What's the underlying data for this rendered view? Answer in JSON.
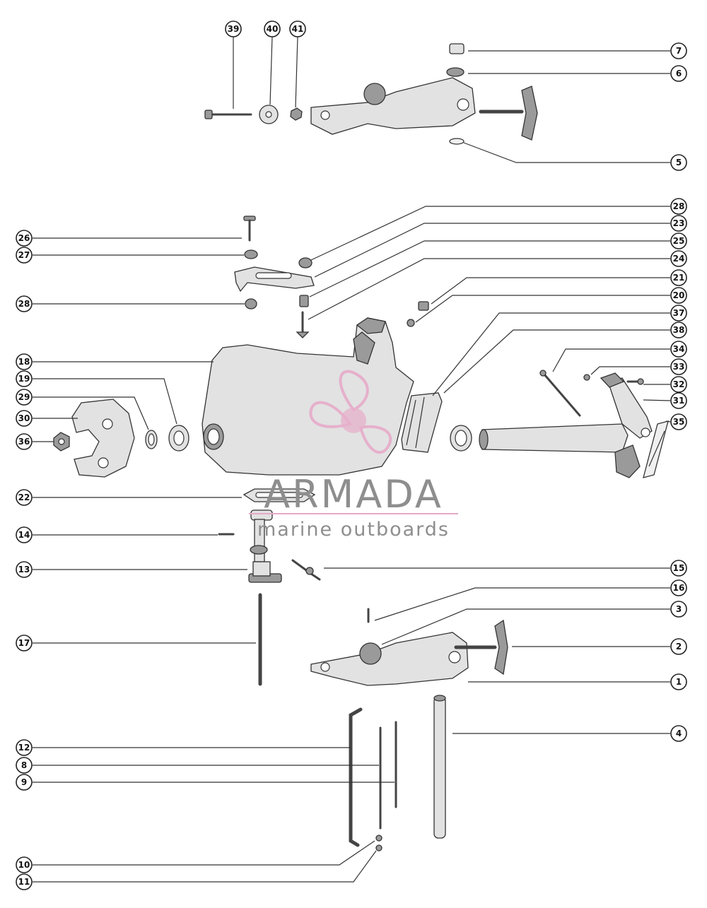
{
  "callouts": [
    {
      "id": "39",
      "label": "39"
    },
    {
      "id": "40",
      "label": "40"
    },
    {
      "id": "41",
      "label": "41"
    },
    {
      "id": "7",
      "label": "7"
    },
    {
      "id": "6",
      "label": "6"
    },
    {
      "id": "5",
      "label": "5"
    },
    {
      "id": "28a",
      "label": "28"
    },
    {
      "id": "23",
      "label": "23"
    },
    {
      "id": "25",
      "label": "25"
    },
    {
      "id": "24",
      "label": "24"
    },
    {
      "id": "21",
      "label": "21"
    },
    {
      "id": "20",
      "label": "20"
    },
    {
      "id": "37",
      "label": "37"
    },
    {
      "id": "38",
      "label": "38"
    },
    {
      "id": "34",
      "label": "34"
    },
    {
      "id": "33",
      "label": "33"
    },
    {
      "id": "32",
      "label": "32"
    },
    {
      "id": "31",
      "label": "31"
    },
    {
      "id": "35",
      "label": "35"
    },
    {
      "id": "26",
      "label": "26"
    },
    {
      "id": "27",
      "label": "27"
    },
    {
      "id": "28b",
      "label": "28"
    },
    {
      "id": "18",
      "label": "18"
    },
    {
      "id": "19",
      "label": "19"
    },
    {
      "id": "29",
      "label": "29"
    },
    {
      "id": "30",
      "label": "30"
    },
    {
      "id": "36",
      "label": "36"
    },
    {
      "id": "22",
      "label": "22"
    },
    {
      "id": "14",
      "label": "14"
    },
    {
      "id": "13",
      "label": "13"
    },
    {
      "id": "17",
      "label": "17"
    },
    {
      "id": "15",
      "label": "15"
    },
    {
      "id": "16",
      "label": "16"
    },
    {
      "id": "3",
      "label": "3"
    },
    {
      "id": "2",
      "label": "2"
    },
    {
      "id": "1",
      "label": "1"
    },
    {
      "id": "4",
      "label": "4"
    },
    {
      "id": "12",
      "label": "12"
    },
    {
      "id": "8",
      "label": "8"
    },
    {
      "id": "9",
      "label": "9"
    },
    {
      "id": "10",
      "label": "10"
    },
    {
      "id": "11",
      "label": "11"
    }
  ],
  "watermark": {
    "title": "ARMADA",
    "subtitle": "marine outboards",
    "accent_color": "#e7a8c8",
    "text_color": "#8e8e8e"
  }
}
